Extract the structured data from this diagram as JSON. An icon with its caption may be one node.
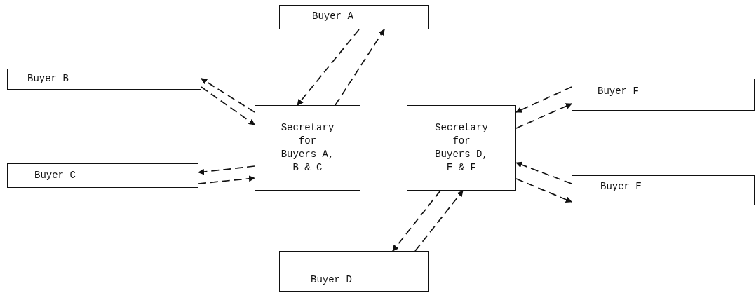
{
  "diagram": {
    "nodes": [
      {
        "text": [
          "Buyer A"
        ]
      },
      {
        "text": [
          "Buyer B"
        ]
      },
      {
        "text": [
          "Secretary for Buyers A, B & C"
        ]
      },
      {
        "text": [
          "Secretary for Buyers D, E & F"
        ]
      },
      {
        "text": [
          "Buyer F"
        ]
      },
      {
        "text": [
          "Buyer C"
        ]
      },
      {
        "text": [
          "Buyer E"
        ]
      },
      {
        "text": [
          "Buyer D"
        ]
      }
    ],
    "edges": [
      {
        "from": 0,
        "to": 2,
        "arrow": "to",
        "style": "dashed"
      },
      {
        "from": 2,
        "to": 0,
        "arrow": "to",
        "style": "dashed"
      },
      {
        "from": 2,
        "to": 1,
        "arrow": "to",
        "style": "dashed"
      },
      {
        "from": 1,
        "to": 2,
        "arrow": "to",
        "style": "dashed"
      },
      {
        "from": 2,
        "to": 5,
        "arrow": "to",
        "style": "dashed"
      },
      {
        "from": 5,
        "to": 2,
        "arrow": "to",
        "style": "dashed"
      },
      {
        "from": 4,
        "to": 3,
        "arrow": "to",
        "style": "dashed"
      },
      {
        "from": 3,
        "to": 4,
        "arrow": "to",
        "style": "dashed"
      },
      {
        "from": 6,
        "to": 3,
        "arrow": "to",
        "style": "dashed"
      },
      {
        "from": 3,
        "to": 6,
        "arrow": "to",
        "style": "dashed"
      },
      {
        "from": 3,
        "to": 7,
        "arrow": "to",
        "style": "dashed"
      },
      {
        "from": 7,
        "to": 3,
        "arrow": "to",
        "style": "dashed"
      }
    ]
  }
}
